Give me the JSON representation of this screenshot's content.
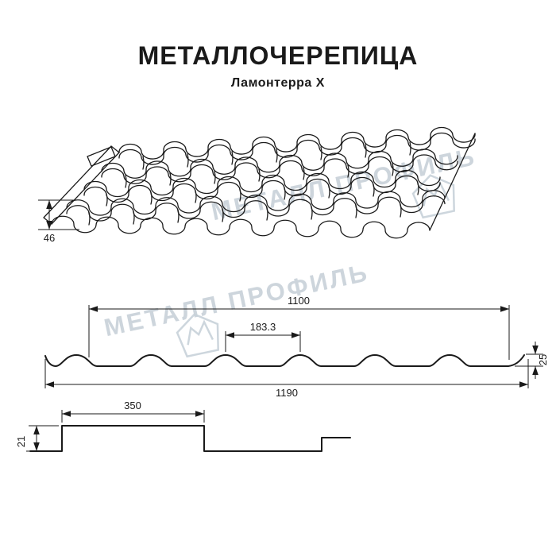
{
  "header": {
    "title": "МЕТАЛЛОЧЕРЕПИЦА",
    "subtitle": "Ламонтерра X"
  },
  "watermark": {
    "text": "МЕТАЛЛ ПРОФИЛЬ"
  },
  "dimensions": {
    "roof_step": "46",
    "cover_width": "1100",
    "wave_step": "183.3",
    "profile_height": "25",
    "full_width": "1190",
    "module_length": "350",
    "step_height": "21"
  },
  "colors": {
    "line": "#1a1a1a",
    "watermark": "#c8d1d9"
  }
}
